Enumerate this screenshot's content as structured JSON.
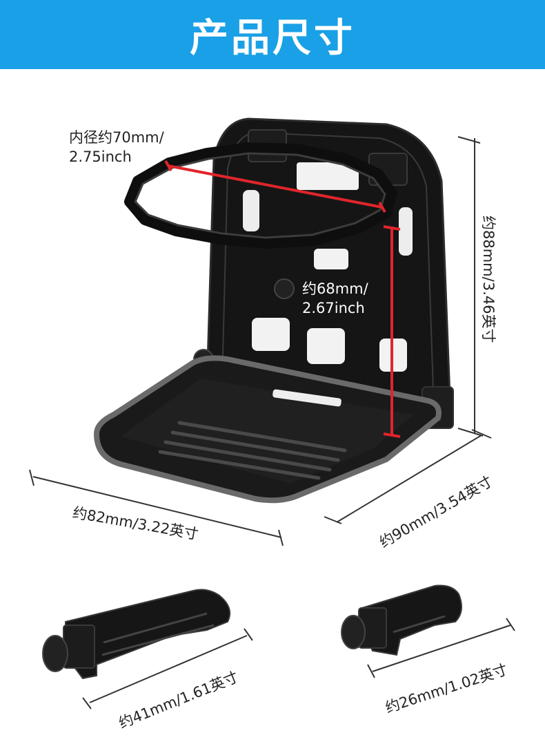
{
  "header": {
    "title": "产品尺寸",
    "background": "#1aa0e6"
  },
  "colors": {
    "dim_line": "#333333",
    "measure_red": "#e0252b",
    "product": "#161616",
    "tray_edge": "#6a6a6a"
  },
  "dimensions": {
    "inner_diameter": {
      "line1": "内径约70mm/",
      "line2": "2.75inch"
    },
    "inner_height": {
      "line1": "约68mm/",
      "line2": "2.67inch"
    },
    "total_height": "约88mm/3.46英寸",
    "width": "约82mm/3.22英寸",
    "depth": "约90mm/3.54英寸",
    "long_clip": "约41mm/1.61英寸",
    "short_clip": "约26mm/1.02英寸"
  }
}
